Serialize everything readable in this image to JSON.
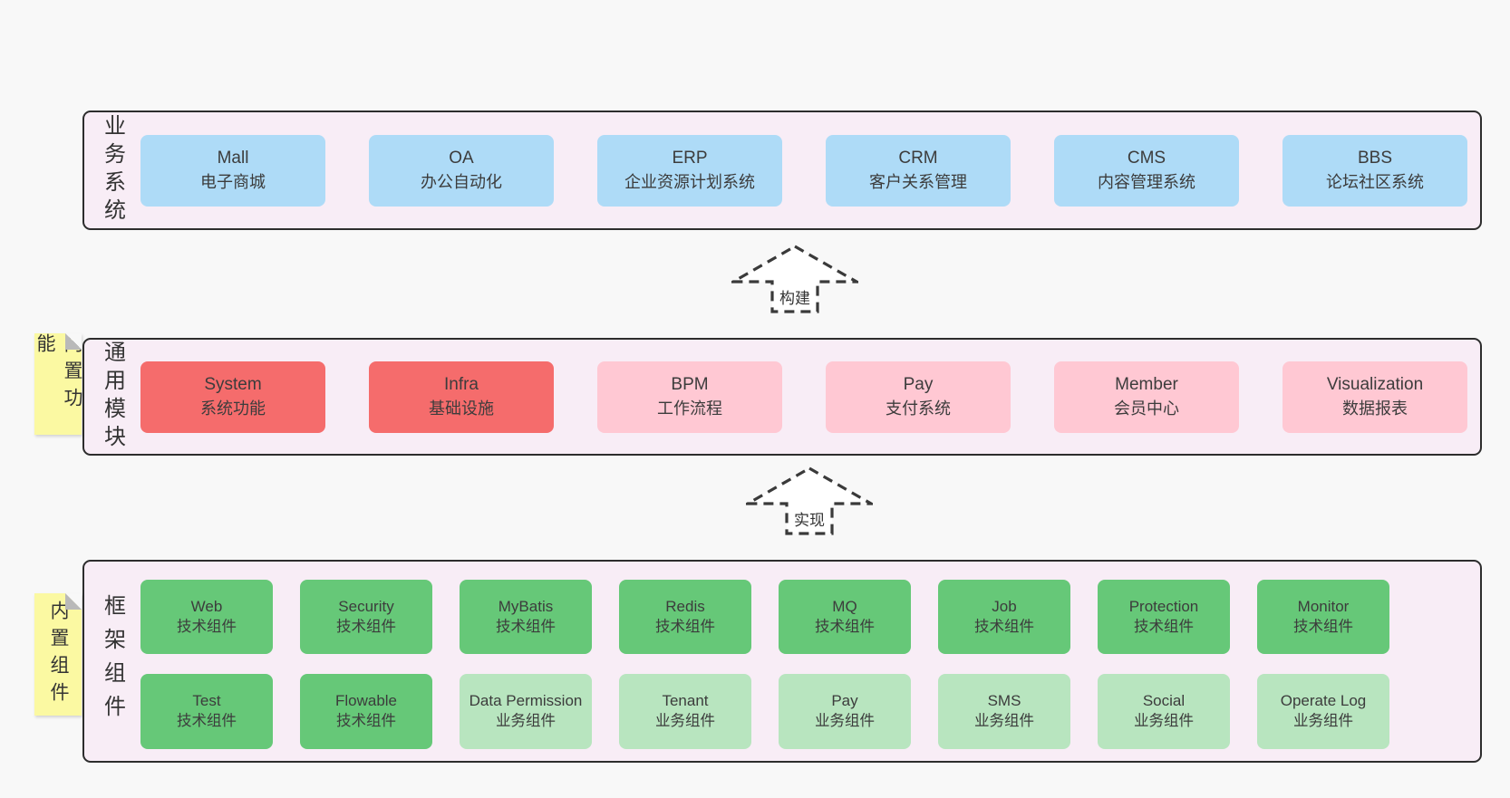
{
  "colors": {
    "page_bg": "#f8f8f8",
    "band_bg": "#f8edf6",
    "band_border": "#2d2d2d",
    "blue_box": "#aedbf7",
    "red_box": "#f56c6c",
    "pink_box": "#ffc8d3",
    "green_box": "#66c878",
    "light_green_box": "#b8e5bf",
    "sticky_note": "#fbf9a2"
  },
  "arrows": [
    {
      "label": "构建"
    },
    {
      "label": "实现"
    }
  ],
  "bands": {
    "business": {
      "label": "业务系统",
      "items": [
        {
          "en": "Mall",
          "zh": "电子商城"
        },
        {
          "en": "OA",
          "zh": "办公自动化"
        },
        {
          "en": "ERP",
          "zh": "企业资源计划系统"
        },
        {
          "en": "CRM",
          "zh": "客户关系管理"
        },
        {
          "en": "CMS",
          "zh": "内容管理系统"
        },
        {
          "en": "BBS",
          "zh": "论坛社区系统"
        }
      ]
    },
    "modules": {
      "label": "通用模块",
      "sticky": "内置功能",
      "items": [
        {
          "en": "System",
          "zh": "系统功能"
        },
        {
          "en": "Infra",
          "zh": "基础设施"
        },
        {
          "en": "BPM",
          "zh": "工作流程"
        },
        {
          "en": "Pay",
          "zh": "支付系统"
        },
        {
          "en": "Member",
          "zh": "会员中心"
        },
        {
          "en": "Visualization",
          "zh": "数据报表"
        }
      ]
    },
    "components": {
      "label": "框架组件",
      "sticky": "内置组件",
      "row1": [
        {
          "en": "Web",
          "zh": "技术组件"
        },
        {
          "en": "Security",
          "zh": "技术组件"
        },
        {
          "en": "MyBatis",
          "zh": "技术组件"
        },
        {
          "en": "Redis",
          "zh": "技术组件"
        },
        {
          "en": "MQ",
          "zh": "技术组件"
        },
        {
          "en": "Job",
          "zh": "技术组件"
        },
        {
          "en": "Protection",
          "zh": "技术组件"
        },
        {
          "en": "Monitor",
          "zh": "技术组件"
        }
      ],
      "row2": [
        {
          "en": "Test",
          "zh": "技术组件"
        },
        {
          "en": "Flowable",
          "zh": "技术组件"
        },
        {
          "en": "Data Permission",
          "zh": "业务组件"
        },
        {
          "en": "Tenant",
          "zh": "业务组件"
        },
        {
          "en": "Pay",
          "zh": "业务组件"
        },
        {
          "en": "SMS",
          "zh": "业务组件"
        },
        {
          "en": "Social",
          "zh": "业务组件"
        },
        {
          "en": "Operate Log",
          "zh": "业务组件"
        }
      ]
    }
  }
}
